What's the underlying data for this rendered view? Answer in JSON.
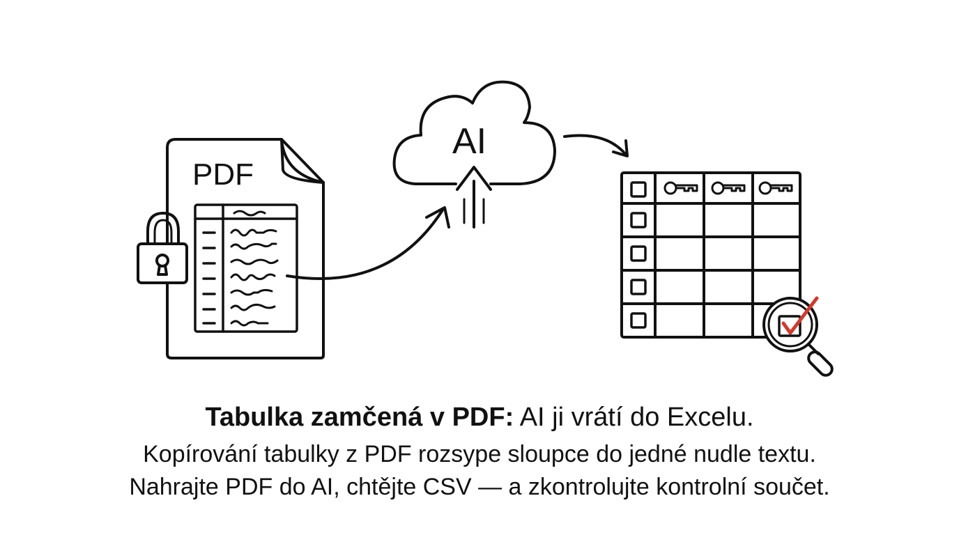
{
  "diagram": {
    "pdf_label": "PDF",
    "cloud_label": "AI",
    "colors": {
      "ink": "#111111",
      "accent": "#d23a2b",
      "background": "#ffffff"
    },
    "icons": [
      "lock-icon",
      "pdf-document-icon",
      "cloud-icon",
      "upload-arrow-icon",
      "key-icon",
      "checkbox-icon",
      "magnifier-check-icon"
    ]
  },
  "caption": {
    "headline_bold": "Tabulka zamčená v PDF:",
    "headline_rest": " AI ji vrátí do Excelu.",
    "line2": "Kopírování tabulky z PDF rozsype sloupce do jedné nudle textu.",
    "line3": "Nahrajte PDF do AI, chtějte CSV — a zkontrolujte kontrolní součet."
  }
}
